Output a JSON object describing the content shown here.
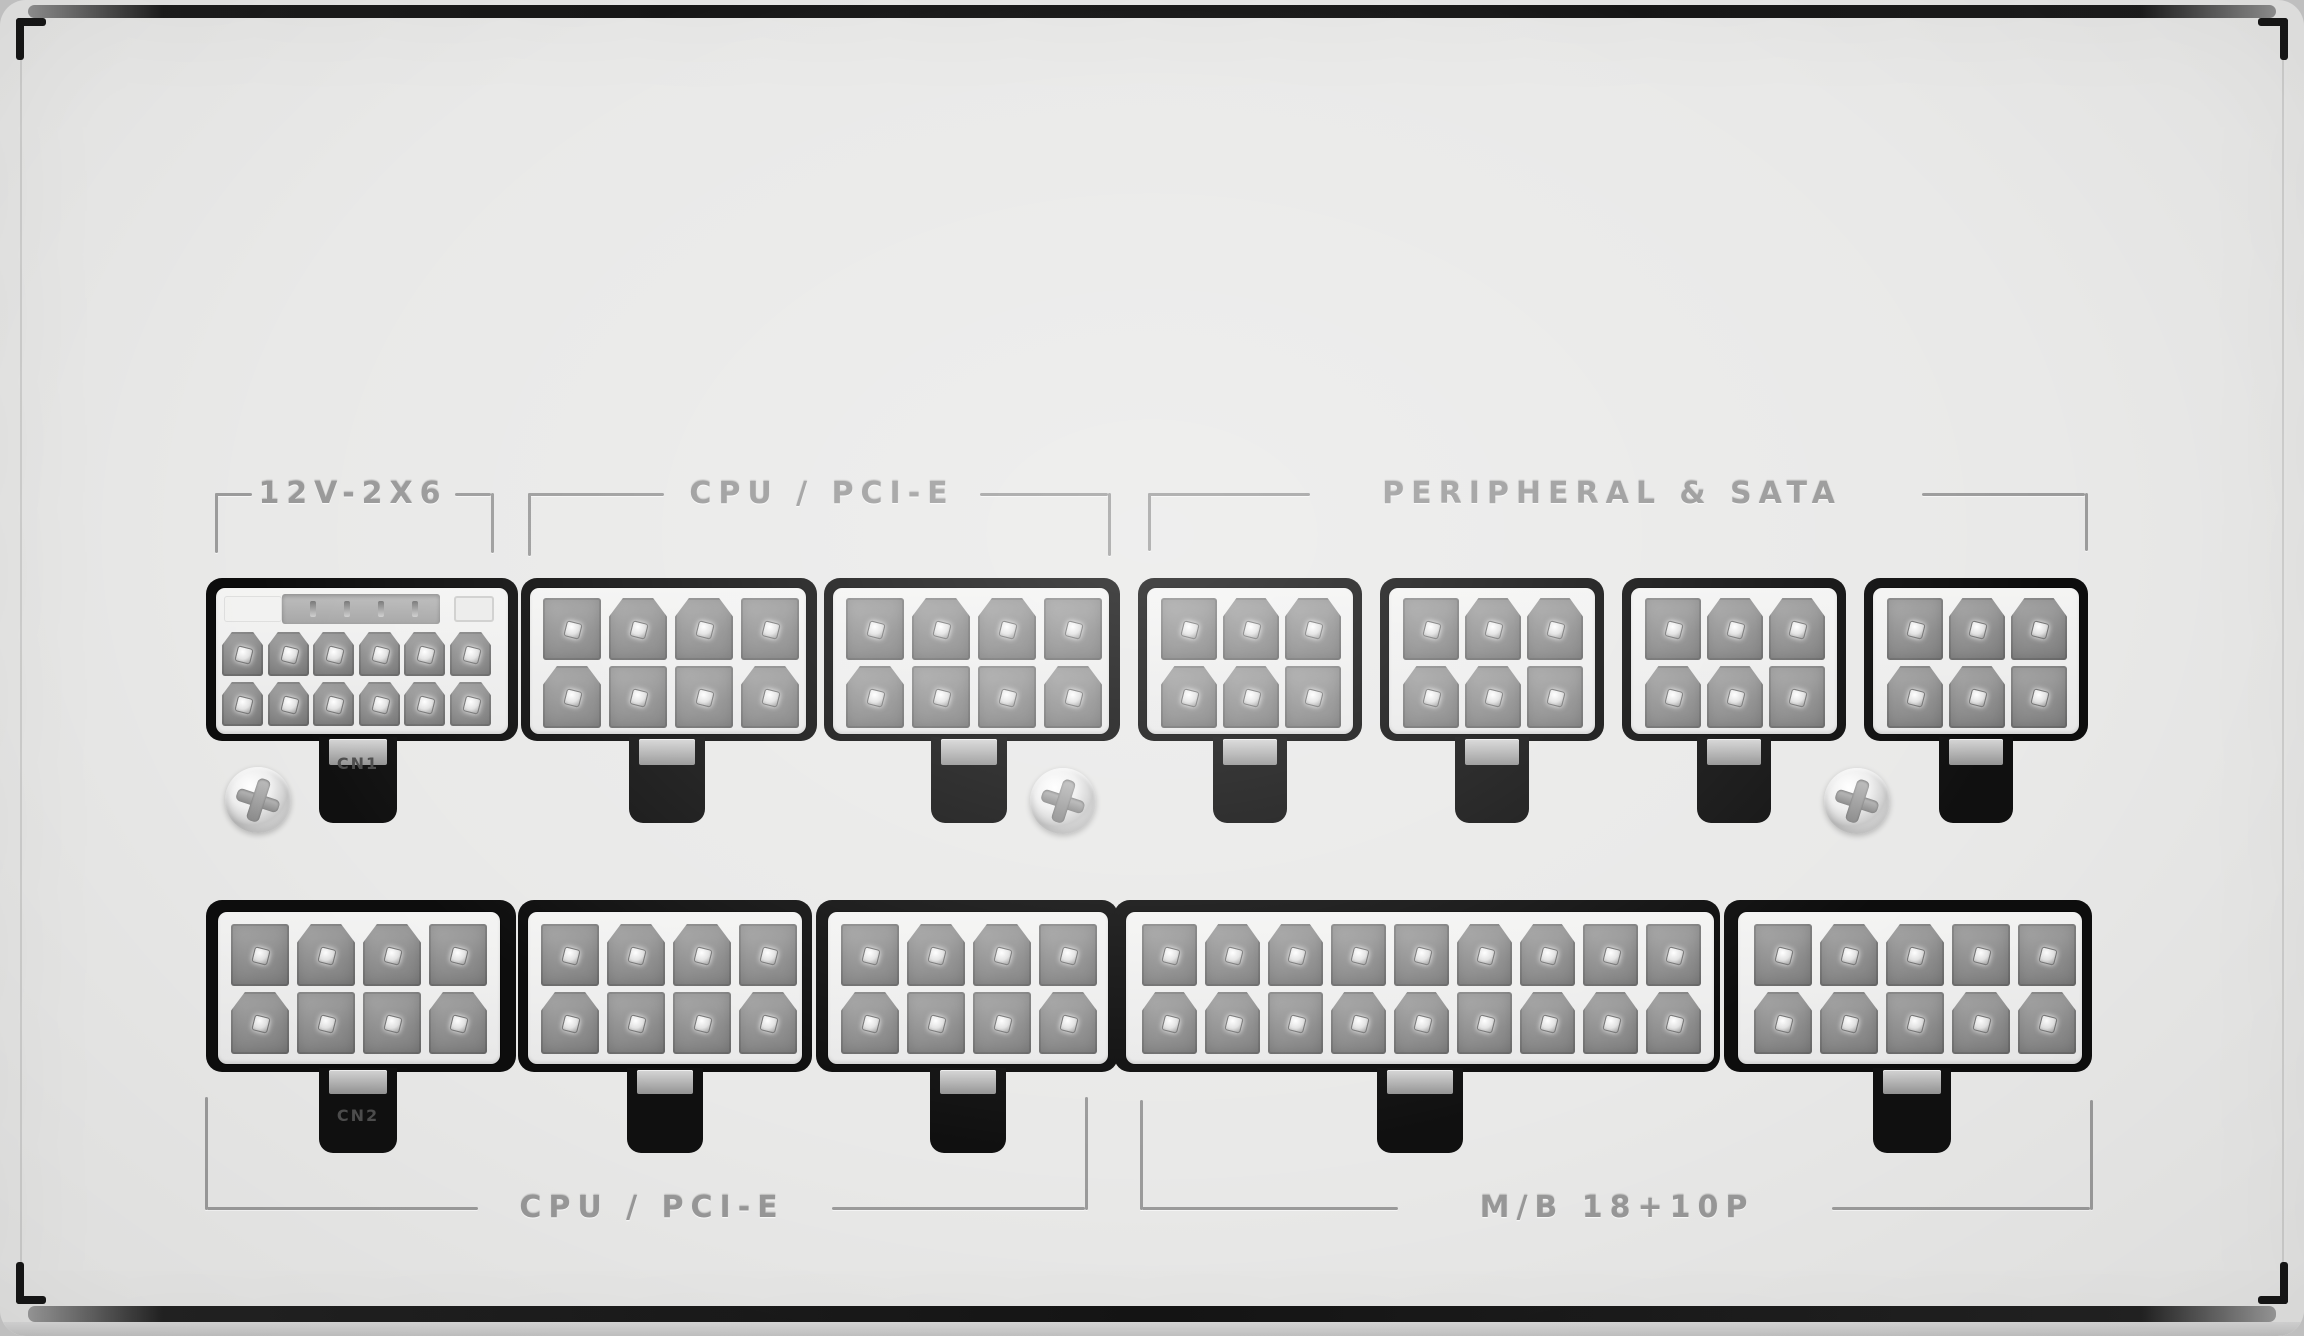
{
  "device": {
    "kind": "modular power supply back panel",
    "finish": "white"
  },
  "sections": [
    {
      "id": "12v-2x6",
      "label": "12V-2X6",
      "row": "top"
    },
    {
      "id": "cpu-pcie-top",
      "label": "CPU / PCI-E",
      "row": "top"
    },
    {
      "id": "peripheral-sata",
      "label": "PERIPHERAL & SATA",
      "row": "top"
    },
    {
      "id": "cpu-pcie-bottom",
      "label": "CPU / PCI-E",
      "row": "bottom"
    },
    {
      "id": "mb-18-10p",
      "label": "M/B 18+10P",
      "row": "bottom"
    }
  ],
  "connectors": [
    {
      "id": "cn1",
      "section": "12v-2x6",
      "engraved_label": "CN1",
      "type": "12V-2x6 16-pin",
      "rows": 2,
      "cols": 6,
      "pins": 12,
      "sense_pins": 4
    },
    {
      "id": "top-8pin-1",
      "section": "cpu-pcie-top",
      "engraved_label": "",
      "type": "8-pin",
      "rows": 2,
      "cols": 4,
      "pins": 8
    },
    {
      "id": "top-8pin-2",
      "section": "cpu-pcie-top",
      "engraved_label": "",
      "type": "8-pin",
      "rows": 2,
      "cols": 4,
      "pins": 8
    },
    {
      "id": "sata-6pin-1",
      "section": "peripheral-sata",
      "engraved_label": "",
      "type": "6-pin",
      "rows": 2,
      "cols": 3,
      "pins": 6
    },
    {
      "id": "sata-6pin-2",
      "section": "peripheral-sata",
      "engraved_label": "",
      "type": "6-pin",
      "rows": 2,
      "cols": 3,
      "pins": 6
    },
    {
      "id": "sata-6pin-3",
      "section": "peripheral-sata",
      "engraved_label": "",
      "type": "6-pin",
      "rows": 2,
      "cols": 3,
      "pins": 6
    },
    {
      "id": "sata-6pin-4",
      "section": "peripheral-sata",
      "engraved_label": "",
      "type": "6-pin",
      "rows": 2,
      "cols": 3,
      "pins": 6
    },
    {
      "id": "cn2",
      "section": "cpu-pcie-bottom",
      "engraved_label": "CN2",
      "type": "8-pin",
      "rows": 2,
      "cols": 4,
      "pins": 8
    },
    {
      "id": "bottom-8pin-2",
      "section": "cpu-pcie-bottom",
      "engraved_label": "",
      "type": "8-pin",
      "rows": 2,
      "cols": 4,
      "pins": 8
    },
    {
      "id": "bottom-8pin-3",
      "section": "cpu-pcie-bottom",
      "engraved_label": "",
      "type": "8-pin",
      "rows": 2,
      "cols": 4,
      "pins": 8
    },
    {
      "id": "mb-18pin",
      "section": "mb-18-10p",
      "engraved_label": "",
      "type": "18-pin",
      "rows": 2,
      "cols": 9,
      "pins": 18
    },
    {
      "id": "mb-10pin",
      "section": "mb-18-10p",
      "engraved_label": "",
      "type": "10-pin",
      "rows": 2,
      "cols": 5,
      "pins": 10
    }
  ],
  "screws": {
    "count": 3,
    "type": "phillips"
  },
  "colors": {
    "body": "#e9e9e8",
    "pad_black": "#0d0d0d",
    "housing_white": "#f2f2f1",
    "socket_gray": "#8f8f8f",
    "label_gray": "#989898",
    "edge_dark": "#141414"
  }
}
